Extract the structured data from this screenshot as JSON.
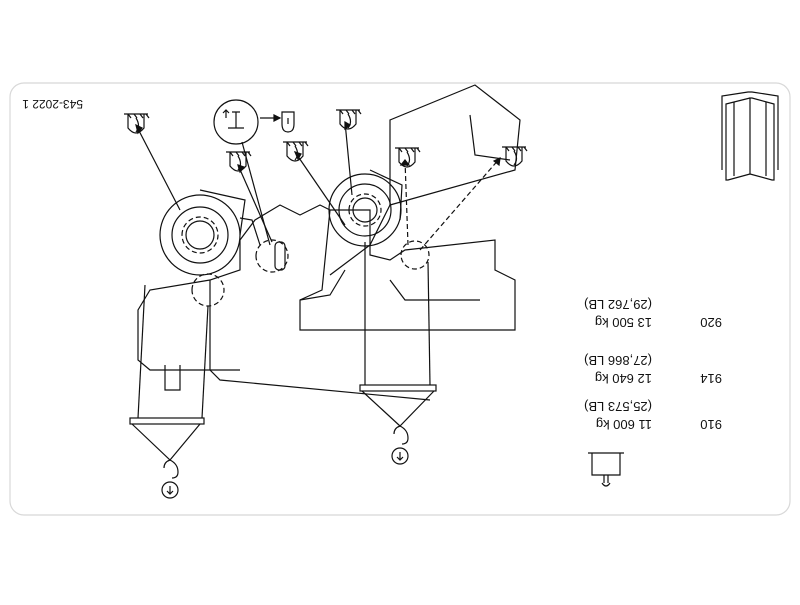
{
  "document_id": "543-2022 1",
  "models": [
    {
      "model": "910",
      "weight_kg": "11 600 kg",
      "weight_lb": "(25,573 LB)"
    },
    {
      "model": "914",
      "weight_kg": "12 640 kg",
      "weight_lb": "(27,866 LB)"
    },
    {
      "model": "920",
      "weight_kg": "13 500 kg",
      "weight_lb": "(29,762 LB)"
    }
  ],
  "icons": {
    "manual": "open-book-icon",
    "weight": "weight-block-icon",
    "tiedown": "tie-down-anchor-icon",
    "hook": "lifting-hook-icon",
    "lift_point": "lift-point-callout-icon"
  },
  "colors": {
    "line": "#111111",
    "panel_border": "#d8d8d8",
    "background": "#ffffff"
  }
}
